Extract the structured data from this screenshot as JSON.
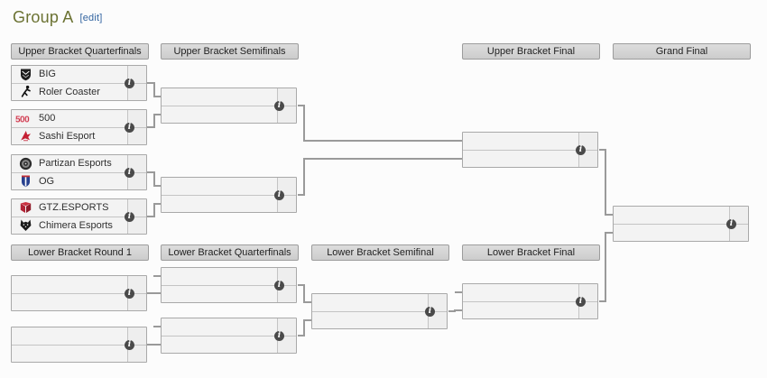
{
  "page": {
    "title": "Group A",
    "edit_label": "[edit]"
  },
  "icons": {
    "info_glyph": "i"
  },
  "colors": {
    "title_olive": "#6b7232",
    "edit_link_blue": "#3264a0",
    "header_gray": "#d4d4d4",
    "match_bg": "#f3f3f3",
    "connector_gray": "#9a9a9a",
    "info_icon_bg": "#4a4a4a"
  },
  "bracket": {
    "headers": {
      "ub_qf": "Upper Bracket Quarterfinals",
      "ub_sf": "Upper Bracket Semifinals",
      "ub_final": "Upper Bracket Final",
      "grand_final": "Grand Final",
      "lb_r1": "Lower Bracket Round 1",
      "lb_qf": "Lower Bracket Quarterfinals",
      "lb_sf": "Lower Bracket Semifinal",
      "lb_final": "Lower Bracket Final"
    },
    "ub_qf": {
      "matches": [
        {
          "teams": [
            {
              "name": "BIG",
              "icon": "big-crest-icon",
              "score": ""
            },
            {
              "name": "Roler Coaster",
              "icon": "skater-icon",
              "score": ""
            }
          ]
        },
        {
          "teams": [
            {
              "name": "500",
              "icon": "500-logo-icon",
              "score": ""
            },
            {
              "name": "Sashi Esport",
              "icon": "sashi-bird-icon",
              "score": ""
            }
          ]
        },
        {
          "teams": [
            {
              "name": "Partizan Esports",
              "icon": "partizan-emblem-icon",
              "score": ""
            },
            {
              "name": "OG",
              "icon": "og-shield-icon",
              "score": ""
            }
          ]
        },
        {
          "teams": [
            {
              "name": "GTZ.ESPORTS",
              "icon": "gtz-logo-icon",
              "score": ""
            },
            {
              "name": "Chimera Esports",
              "icon": "chimera-wolf-icon",
              "score": ""
            }
          ]
        }
      ]
    },
    "ub_sf": {
      "matches": [
        {
          "teams": [
            {
              "name": "",
              "score": ""
            },
            {
              "name": "",
              "score": ""
            }
          ]
        },
        {
          "teams": [
            {
              "name": "",
              "score": ""
            },
            {
              "name": "",
              "score": ""
            }
          ]
        }
      ]
    },
    "ub_final": {
      "matches": [
        {
          "teams": [
            {
              "name": "",
              "score": ""
            },
            {
              "name": "",
              "score": ""
            }
          ]
        }
      ]
    },
    "grand_final": {
      "matches": [
        {
          "teams": [
            {
              "name": "",
              "score": ""
            },
            {
              "name": "",
              "score": ""
            }
          ]
        }
      ]
    },
    "lb_r1": {
      "matches": [
        {
          "teams": [
            {
              "name": "",
              "score": ""
            },
            {
              "name": "",
              "score": ""
            }
          ]
        },
        {
          "teams": [
            {
              "name": "",
              "score": ""
            },
            {
              "name": "",
              "score": ""
            }
          ]
        }
      ]
    },
    "lb_qf": {
      "matches": [
        {
          "teams": [
            {
              "name": "",
              "score": ""
            },
            {
              "name": "",
              "score": ""
            }
          ]
        },
        {
          "teams": [
            {
              "name": "",
              "score": ""
            },
            {
              "name": "",
              "score": ""
            }
          ]
        }
      ]
    },
    "lb_sf": {
      "matches": [
        {
          "teams": [
            {
              "name": "",
              "score": ""
            },
            {
              "name": "",
              "score": ""
            }
          ]
        }
      ]
    },
    "lb_final": {
      "matches": [
        {
          "teams": [
            {
              "name": "",
              "score": ""
            },
            {
              "name": "",
              "score": ""
            }
          ]
        }
      ]
    }
  }
}
